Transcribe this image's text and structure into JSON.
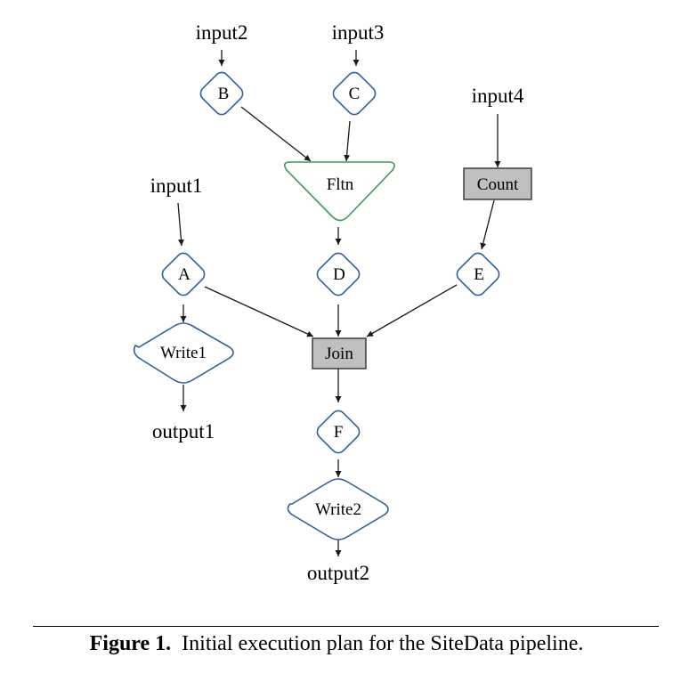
{
  "nodes": {
    "input1": "input1",
    "input2": "input2",
    "input3": "input3",
    "input4": "input4",
    "A": "A",
    "B": "B",
    "C": "C",
    "D": "D",
    "E": "E",
    "F": "F",
    "fltn": "Fltn",
    "count": "Count",
    "join": "Join",
    "write1": "Write1",
    "write2": "Write2",
    "output1": "output1",
    "output2": "output2"
  },
  "caption": {
    "label": "Figure 1.",
    "text": "Initial execution plan for the SiteData pipeline."
  },
  "colors": {
    "dataset_stroke": "#2f5f98",
    "flatten_stroke": "#3a9a5a",
    "operator_fill": "#bfbfbf"
  }
}
